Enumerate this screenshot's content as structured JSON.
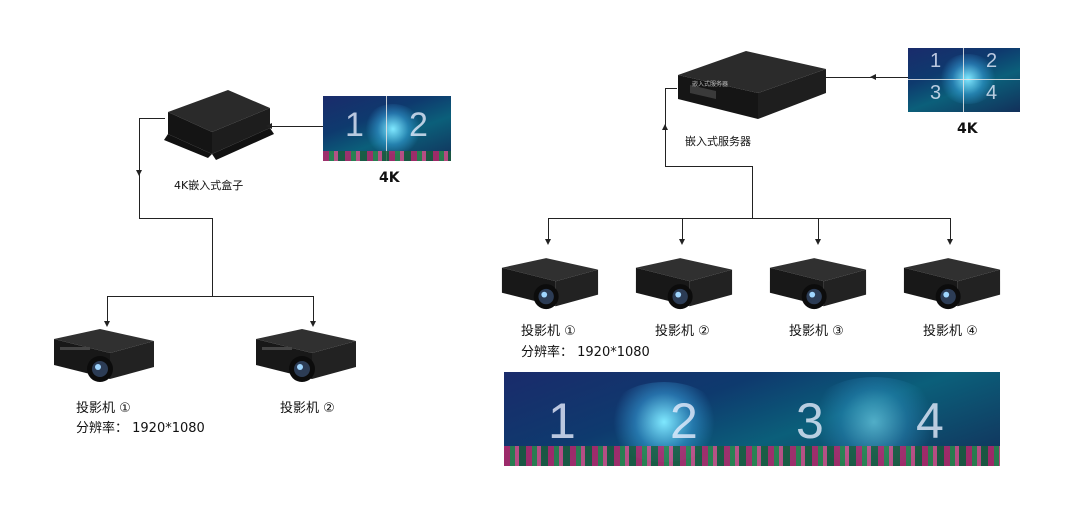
{
  "left": {
    "box_label": "4K嵌入式盒子",
    "source_label": "4K",
    "source_panel_numbers": [
      "1",
      "2"
    ],
    "projectors": [
      {
        "label": "投影机 ①",
        "resolution": "分辨率：  1920*1080"
      },
      {
        "label": "投影机 ②"
      }
    ]
  },
  "right": {
    "server_label": "嵌入式服务器",
    "server_badge": "嵌入式服务器",
    "source_label": "4K",
    "source_panel_numbers": [
      "1",
      "2",
      "3",
      "4"
    ],
    "projectors": [
      {
        "label": "投影机 ①",
        "resolution": "分辨率：  1920*1080"
      },
      {
        "label": "投影机 ②"
      },
      {
        "label": "投影机 ③"
      },
      {
        "label": "投影机 ④"
      }
    ],
    "output_panel_numbers": [
      "1",
      "2",
      "3",
      "4"
    ]
  },
  "colors": {
    "device": "#1c1c1c",
    "line": "#222222",
    "panel_dark": "#10285a",
    "panel_glow": "#7fe8ff"
  },
  "icons": [
    "embedded-box-icon",
    "embedded-server-icon",
    "projector-icon"
  ]
}
